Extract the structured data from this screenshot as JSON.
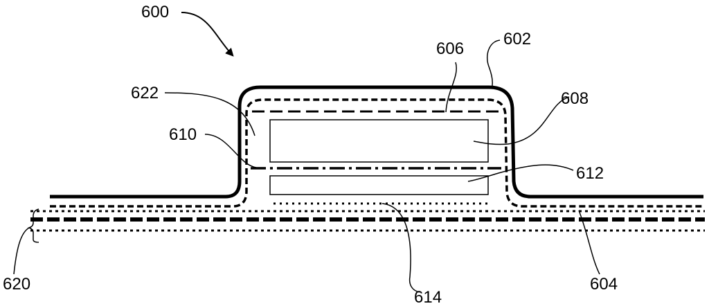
{
  "figure": {
    "labels": {
      "l600": "600",
      "l602": "602",
      "l604": "604",
      "l606": "606",
      "l608": "608",
      "l610": "610",
      "l612": "612",
      "l614": "614",
      "l620": "620",
      "l622": "622"
    }
  },
  "colors": {
    "ink": "#000000",
    "background": "#ffffff"
  }
}
